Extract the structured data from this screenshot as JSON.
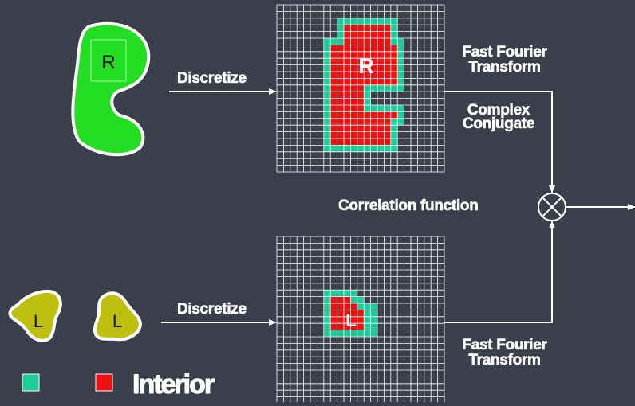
{
  "labels": {
    "discretize_top": "Discretize",
    "discretize_bottom": "Discretize",
    "fft_top_line1": "Fast Fourier",
    "fft_top_line2": "Transform",
    "conj_line1": "Complex",
    "conj_line2": "Conjugate",
    "correlation": "Correlation function",
    "fft_bottom_line1": "Fast Fourier",
    "fft_bottom_line2": "Transform"
  },
  "molecules": {
    "receptor_letter": "R",
    "ligand_letter_1": "L",
    "ligand_letter_2": "L",
    "grid_receptor_letter": "R",
    "grid_ligand_letter": "L"
  },
  "legend": {
    "surface_label": "",
    "interior_label": "Interior"
  },
  "colors": {
    "background": "#3b3f4c",
    "receptor_green": "#22dd22",
    "ligand_olive": "#bfbf10",
    "surface_teal": "#1ccc99",
    "interior_red": "#ee1111",
    "grid_line": "#ffffff"
  }
}
